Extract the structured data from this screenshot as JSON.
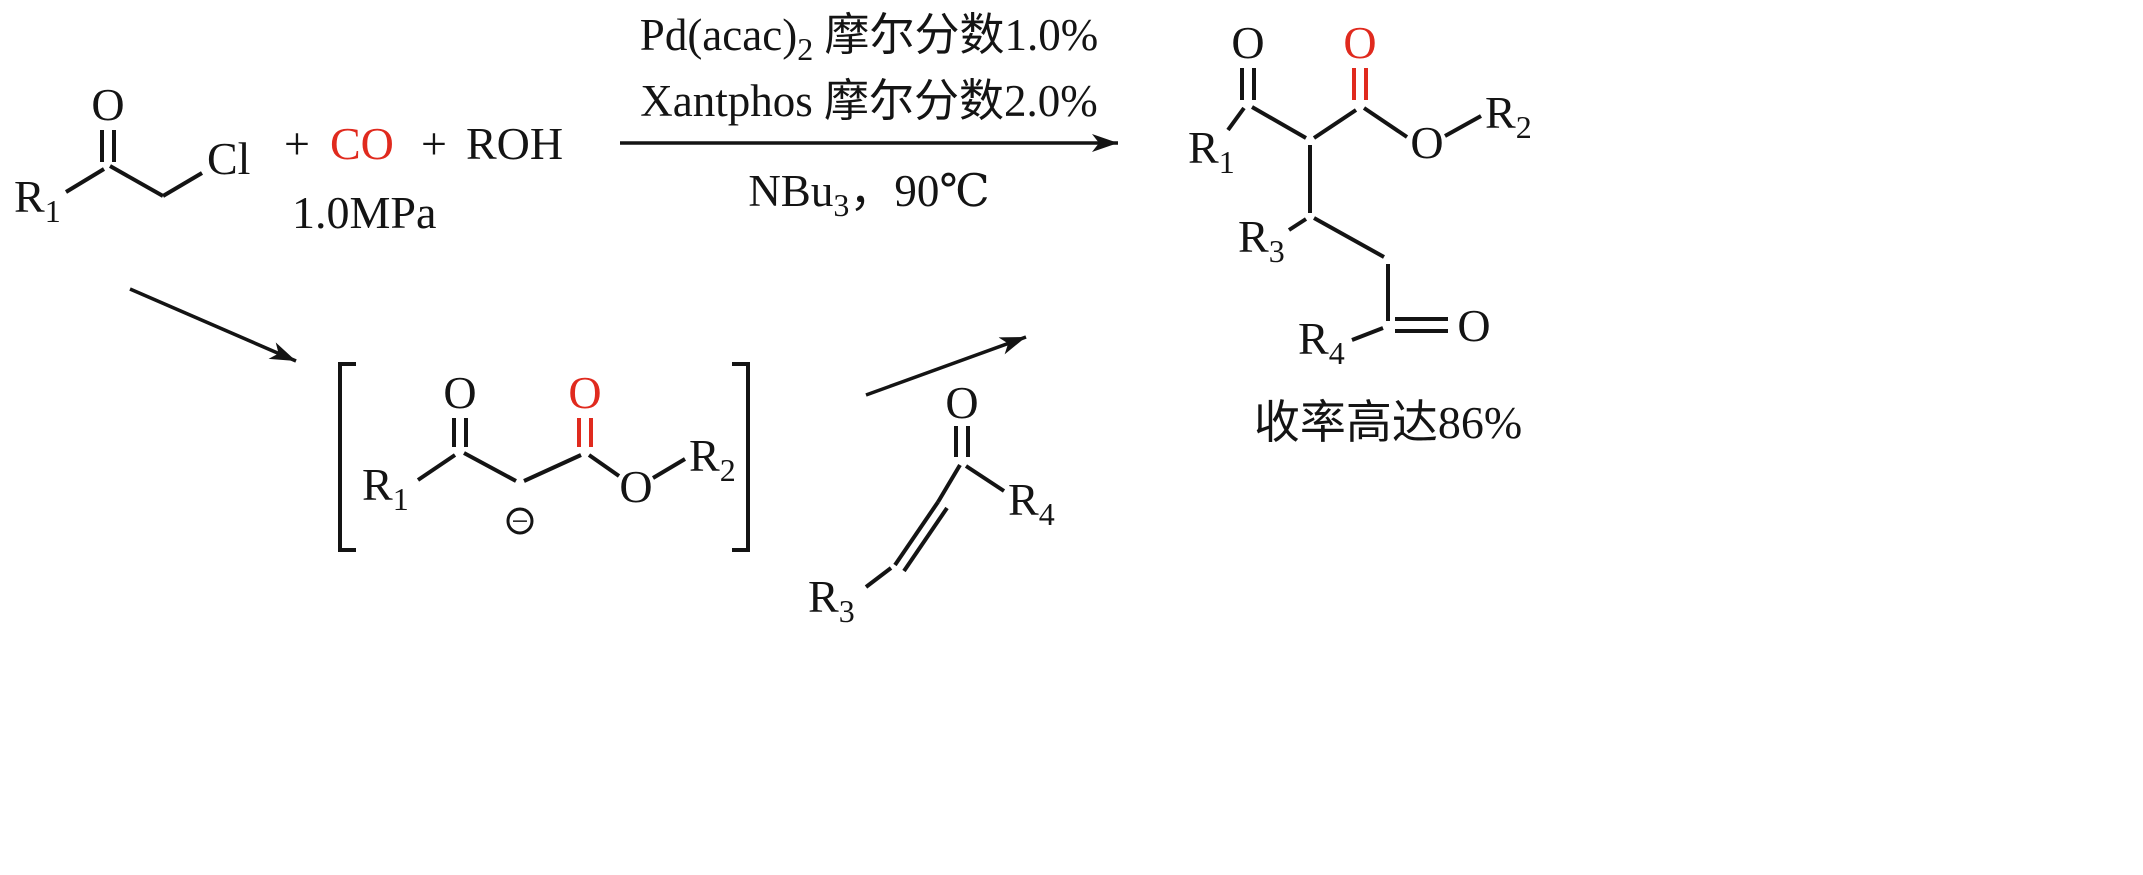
{
  "colors": {
    "ink": "#141414",
    "red": "#e02a1e",
    "bg": "#ffffff"
  },
  "reactant": {
    "r1": "R",
    "r1_sub": "1",
    "carbonyl_o": "O",
    "chloro": "Cl"
  },
  "reagents": {
    "plus_1": "+",
    "co": "CO",
    "plus_2": "+",
    "roh": "ROH",
    "pressure": "1.0MPa"
  },
  "conditions": {
    "catalyst": "Pd(acac)",
    "catalyst_sub": "2",
    "catalyst_rest": " 摩尔分数1.0%",
    "ligand": "Xantphos 摩尔分数2.0%",
    "base": "NBu",
    "base_sub": "3",
    "base_rest": "，90℃"
  },
  "intermediate": {
    "r1": "R",
    "r1_sub": "1",
    "ketone_o": "O",
    "ester_carbonyl_o": "O",
    "ester_o": "O",
    "r2": "R",
    "r2_sub": "2",
    "charge": "−"
  },
  "enone": {
    "carbonyl_o": "O",
    "r3": "R",
    "r3_sub": "3",
    "r4": "R",
    "r4_sub": "4"
  },
  "product": {
    "ketone_o": "O",
    "ester_carbonyl_o": "O",
    "ester_o": "O",
    "r1": "R",
    "r1_sub": "1",
    "r2": "R",
    "r2_sub": "2",
    "r3": "R",
    "r3_sub": "3",
    "r4": "R",
    "r4_sub": "4",
    "side_ketone_o": "O",
    "yield": "收率高达86%"
  }
}
